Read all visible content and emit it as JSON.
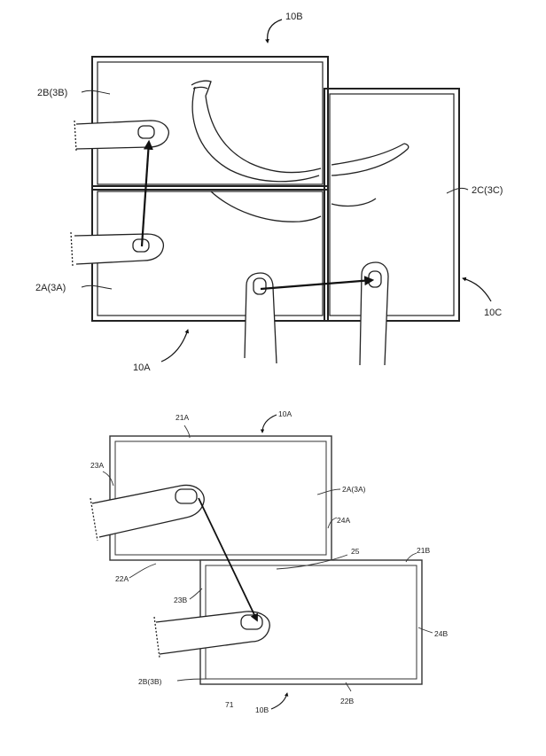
{
  "figure_top": {
    "labels": {
      "device_b": "10B",
      "device_a": "10A",
      "device_c": "10C",
      "display_b": "2B(3B)",
      "display_a": "2A(3A)",
      "display_c": "2C(3C)"
    }
  },
  "figure_bottom": {
    "labels": {
      "device_a": "10A",
      "device_b": "10B",
      "edge_21a": "21A",
      "edge_22a": "22A",
      "edge_23a": "23A",
      "edge_24a": "24A",
      "display_a": "2A(3A)",
      "edge_21b": "21B",
      "edge_22b": "22B",
      "edge_23b": "23B",
      "edge_24b": "24B",
      "display_b": "2B(3B)",
      "overlap": "25",
      "misc": "71"
    }
  }
}
